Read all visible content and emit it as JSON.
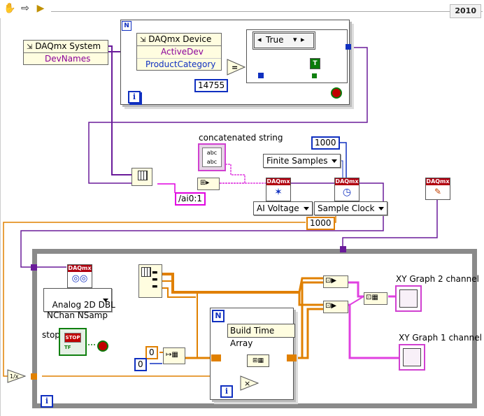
{
  "toolbar": {
    "version": "2010",
    "tools": [
      "hand-icon",
      "arrow-right-icon",
      "highlight-icon"
    ]
  },
  "nodes": {
    "daqmx_system": {
      "title": "DAQmx System",
      "property": "DevNames"
    },
    "daqmx_device": {
      "title": "DAQmx Device",
      "prop1": "ActiveDev",
      "prop2": "ProductCategory"
    },
    "case_selector": "True",
    "product_const": "14755",
    "loop_true_const": "T",
    "concat_label": "concatenated string",
    "channel_suffix": "/ai0:1",
    "samples_const": "1000",
    "timing_mode": "Finite Samples",
    "ai_voltage": "AI Voltage",
    "sample_clock": "Sample Clock",
    "rate_const": "1000",
    "read_mode": "Analog 2D DBL\nNChan NSamp",
    "stop_label": "stop",
    "stop_btn_text": "STOP",
    "build_time_label": "Build Time Array",
    "for_n": "N",
    "zero1": "0",
    "zero2": "0",
    "xy2": "XY Graph 2 channel",
    "xy1": "XY Graph 1 channel",
    "iter_i": "i",
    "daq_tag": "DAQmx",
    "case_n": "N"
  },
  "colors": {
    "wire_orange": "#e08000",
    "wire_blue": "#1030c0",
    "wire_purple": "#6a1b9a",
    "wire_pink": "#e040e0",
    "wire_green": "#108010",
    "loop_gray": "#808080"
  }
}
